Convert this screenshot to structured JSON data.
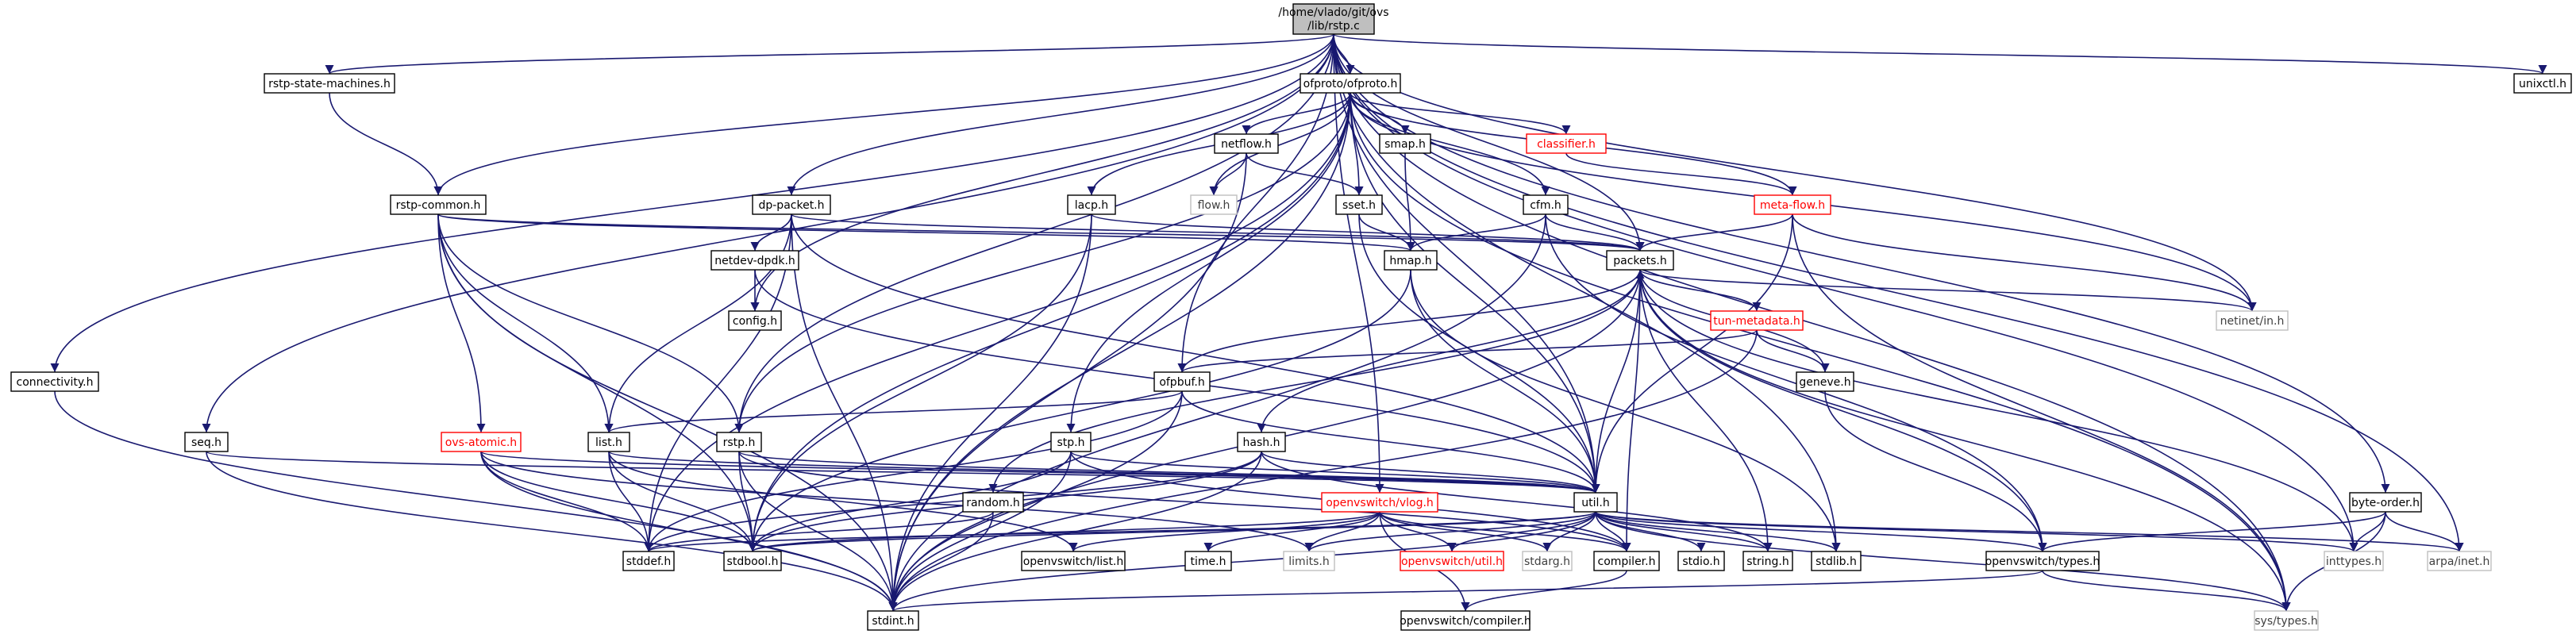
{
  "root": {
    "line1": "/home/vlado/git/ovs",
    "line2": "/lib/rstp.c"
  },
  "nodes": {
    "rstp_state_machines_h": "rstp-state-machines.h",
    "ofproto_h": "ofproto/ofproto.h",
    "unixctl_h": "unixctl.h",
    "rstp_common_h": "rstp-common.h",
    "netflow_h": "netflow.h",
    "smap_h": "smap.h",
    "classifier_h": "classifier.h",
    "flow_h": "flow.h",
    "sset_h": "sset.h",
    "lacp_h": "lacp.h",
    "cfm_h": "cfm.h",
    "meta_flow_h": "meta-flow.h",
    "dp_packet_h": "dp-packet.h",
    "netdev_dpdk_h": "netdev-dpdk.h",
    "hmap_h": "hmap.h",
    "packets_h": "packets.h",
    "netinet_in_h": "netinet/in.h",
    "config_h": "config.h",
    "tun_metadata_h": "tun-metadata.h",
    "geneve_h": "geneve.h",
    "connectivity_h": "connectivity.h",
    "ofpbuf_h": "ofpbuf.h",
    "seq_h": "seq.h",
    "ovs_atomic_h": "ovs-atomic.h",
    "list_h": "list.h",
    "rstp_h": "rstp.h",
    "stp_h": "stp.h",
    "hash_h": "hash.h",
    "util_h": "util.h",
    "byte_order_h": "byte-order.h",
    "random_h": "random.h",
    "openvswitch_vlog_h": "openvswitch/vlog.h",
    "stddef_h": "stddef.h",
    "stdbool_h": "stdbool.h",
    "openvswitch_list_h": "openvswitch/list.h",
    "time_h": "time.h",
    "limits_h": "limits.h",
    "openvswitch_util_h": "openvswitch/util.h",
    "stdarg_h": "stdarg.h",
    "compiler_h": "compiler.h",
    "stdio_h": "stdio.h",
    "string_h": "string.h",
    "stdlib_h": "stdlib.h",
    "inttypes_h": "inttypes.h",
    "arpa_inet_h": "arpa/inet.h",
    "openvswitch_types_h": "openvswitch/types.h",
    "stdint_h": "stdint.h",
    "sys_types_h": "sys/types.h",
    "openvswitch_compiler_h": "openvswitch/compiler.h"
  },
  "colors": {
    "edge": "#191970",
    "root_fill": "#bfbfbf",
    "missing_border": "#ff0000",
    "system_border": "#bfbfbf"
  }
}
